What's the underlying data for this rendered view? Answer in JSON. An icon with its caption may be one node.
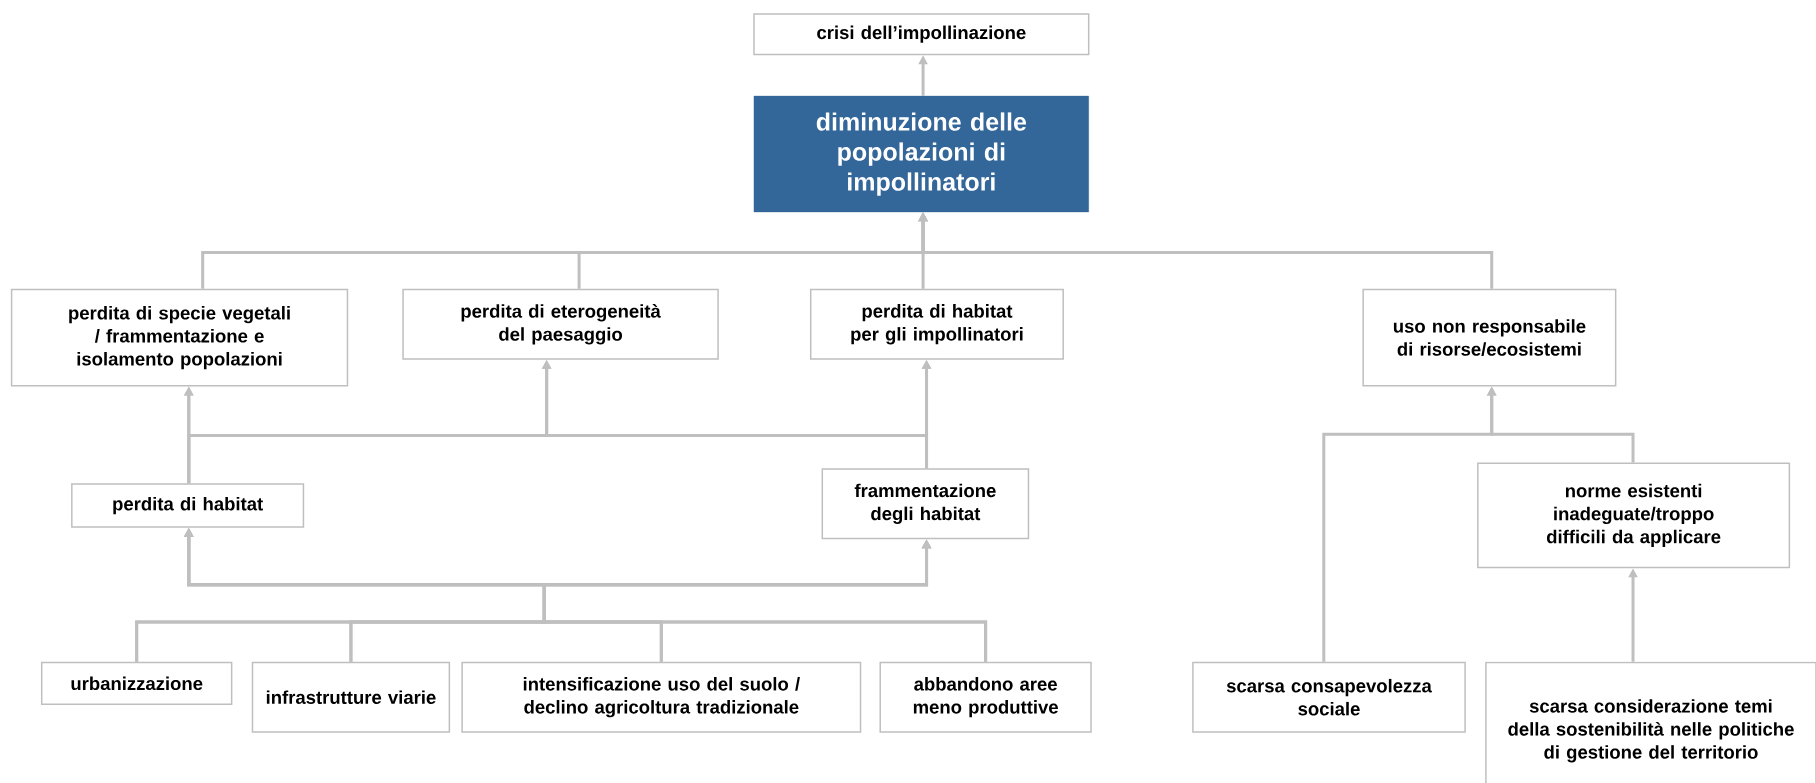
{
  "diagram": {
    "nodes": [
      {
        "text": [
          "crisi dell’impollinazione"
        ]
      },
      {
        "text": [
          "diminuzione delle popolazioni di impollinatori"
        ]
      },
      {
        "text": [
          "perdita di specie vegetali / frammentazione e isolamento popolazioni"
        ]
      },
      {
        "text": [
          "perdita di eterogeneità del paesaggio"
        ]
      },
      {
        "text": [
          "perdita di habitat per gli impollinatori"
        ]
      },
      {
        "text": [
          "uso non responsabile di risorse/ecosistemi"
        ]
      },
      {
        "text": [
          "perdita di habitat"
        ]
      },
      {
        "text": [
          "frammentazione degli habitat"
        ]
      },
      {
        "text": [
          "norme esistenti inadeguate/troppo difficili da applicare"
        ]
      },
      {
        "text": [
          "urbanizzazione"
        ]
      },
      {
        "text": [
          "infrastrutture viarie"
        ]
      },
      {
        "text": [
          "intensificazione uso del suolo / declino agricoltura tradizionale"
        ]
      },
      {
        "text": [
          "abbandono aree meno produttive"
        ]
      },
      {
        "text": [
          "scarsa consapevolezza sociale"
        ]
      },
      {
        "text": [
          "scarsa considerazione temi della sostenibilità nelle politiche di gestione del territorio"
        ]
      }
    ],
    "edges": [
      {
        "from": 1,
        "to": 0,
        "arrow": "to"
      },
      {
        "from": 2,
        "to": 1,
        "arrow": "to"
      },
      {
        "from": 3,
        "to": 1,
        "arrow": "to"
      },
      {
        "from": 4,
        "to": 1,
        "arrow": "to"
      },
      {
        "from": 5,
        "to": 1,
        "arrow": "to"
      },
      {
        "from": 6,
        "to": 2,
        "arrow": "to"
      },
      {
        "from": 6,
        "to": 3,
        "arrow": "to"
      },
      {
        "from": 6,
        "to": 4,
        "arrow": "to"
      },
      {
        "from": 7,
        "to": 2,
        "arrow": "to"
      },
      {
        "from": 7,
        "to": 3,
        "arrow": "to"
      },
      {
        "from": 7,
        "to": 4,
        "arrow": "to"
      },
      {
        "from": 9,
        "to": 6,
        "arrow": "to"
      },
      {
        "from": 9,
        "to": 7,
        "arrow": "to"
      },
      {
        "from": 10,
        "to": 6,
        "arrow": "to"
      },
      {
        "from": 10,
        "to": 7,
        "arrow": "to"
      },
      {
        "from": 11,
        "to": 6,
        "arrow": "to"
      },
      {
        "from": 11,
        "to": 7,
        "arrow": "to"
      },
      {
        "from": 12,
        "to": 6,
        "arrow": "to"
      },
      {
        "from": 12,
        "to": 7,
        "arrow": "to"
      },
      {
        "from": 13,
        "to": 5,
        "arrow": "to"
      },
      {
        "from": 8,
        "to": 5,
        "arrow": "to"
      },
      {
        "from": 14,
        "to": 8,
        "arrow": "to"
      }
    ]
  }
}
